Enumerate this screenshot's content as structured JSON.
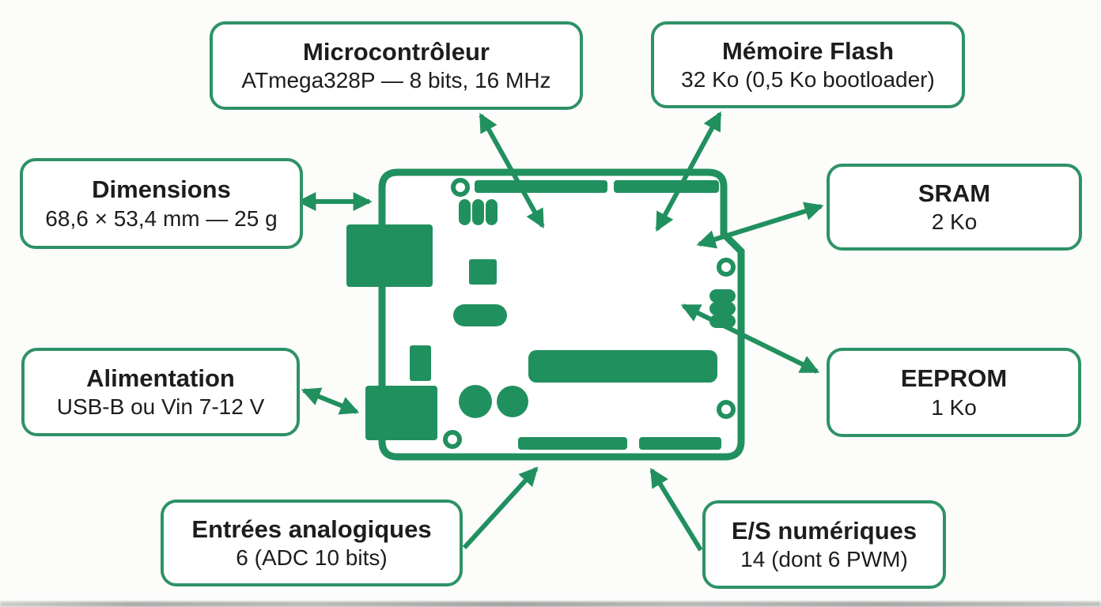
{
  "colors": {
    "green": "#21905f",
    "box_border": "#2e9266",
    "text": "#1d1d1b",
    "background": "#fcfcfb"
  },
  "diagram": {
    "subject": "arduino-uno-board",
    "boxes": [
      {
        "id": "microcontroller",
        "title": "Microcontrôleur",
        "value": "ATmega328P — 8 bits, 16 MHz"
      },
      {
        "id": "flash",
        "title": "Mémoire Flash",
        "value": "32 Ko (0,5 Ko bootloader)"
      },
      {
        "id": "dimensions",
        "title": "Dimensions",
        "value": "68,6 × 53,4 mm — 25 g"
      },
      {
        "id": "sram",
        "title": "SRAM",
        "value": "2 Ko"
      },
      {
        "id": "power",
        "title": "Alimentation",
        "value": "USB-B ou Vin 7-12 V"
      },
      {
        "id": "eeprom",
        "title": "EEPROM",
        "value": "1 Ko"
      },
      {
        "id": "analog",
        "title": "Entrées analogiques",
        "value": "6 (ADC 10 bits)"
      },
      {
        "id": "digital",
        "title": "E/S numériques",
        "value": "14 (dont 6 PWM)"
      }
    ]
  }
}
